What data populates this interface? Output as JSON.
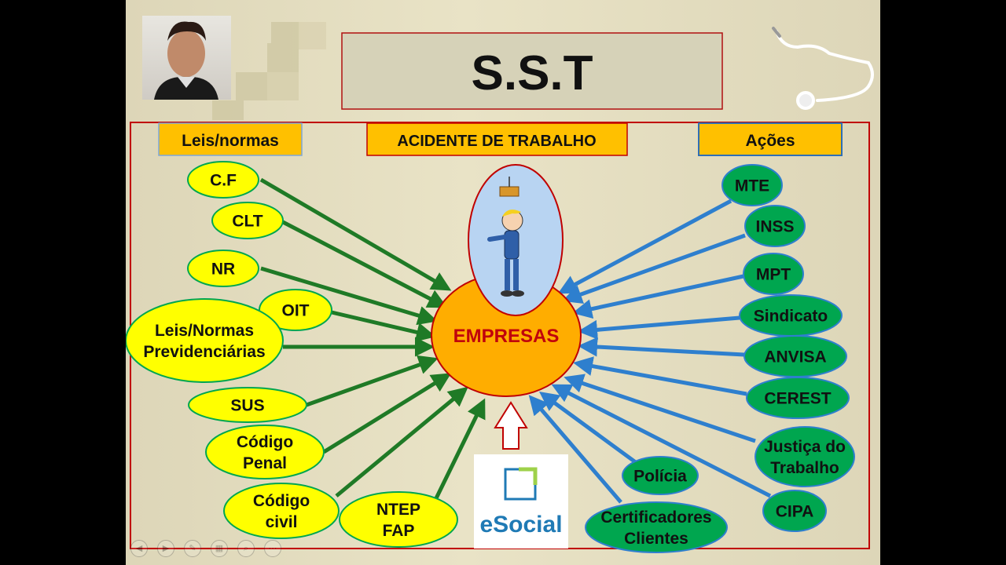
{
  "title": "S.S.T",
  "headers": {
    "leis": "Leis/normas",
    "acidente": "ACIDENTE DE TRABALHO",
    "acoes": "Ações"
  },
  "center": "EMPRESAS",
  "esocial": "eSocial",
  "leis": [
    {
      "id": "cf",
      "lines": [
        "C.F"
      ]
    },
    {
      "id": "clt",
      "lines": [
        "CLT"
      ]
    },
    {
      "id": "nr",
      "lines": [
        "NR"
      ]
    },
    {
      "id": "oit",
      "lines": [
        "OIT"
      ]
    },
    {
      "id": "prev",
      "lines": [
        "Leis/Normas",
        "Previdenciárias"
      ]
    },
    {
      "id": "sus",
      "lines": [
        "SUS"
      ]
    },
    {
      "id": "penal",
      "lines": [
        "Código",
        "Penal"
      ]
    },
    {
      "id": "civil",
      "lines": [
        "Código",
        "civil"
      ]
    },
    {
      "id": "ntep",
      "lines": [
        "NTEP",
        "FAP"
      ]
    }
  ],
  "acoes": [
    {
      "id": "mte",
      "lines": [
        "MTE"
      ]
    },
    {
      "id": "inss",
      "lines": [
        "INSS"
      ]
    },
    {
      "id": "mpt",
      "lines": [
        "MPT"
      ]
    },
    {
      "id": "sindicato",
      "lines": [
        "Sindicato"
      ]
    },
    {
      "id": "anvisa",
      "lines": [
        "ANVISA"
      ]
    },
    {
      "id": "cerest",
      "lines": [
        "CEREST"
      ]
    },
    {
      "id": "justica",
      "lines": [
        "Justiça do",
        "Trabalho"
      ]
    },
    {
      "id": "cipa",
      "lines": [
        "CIPA"
      ]
    },
    {
      "id": "policia",
      "lines": [
        "Polícia"
      ]
    },
    {
      "id": "cert",
      "lines": [
        "Certificadores",
        "Clientes"
      ]
    }
  ],
  "colors": {
    "leis_fill": "#ffff00",
    "acoes_fill": "#00a64f",
    "green_arrow": "#1f7a26",
    "blue_arrow": "#2e7fce",
    "center_fill": "#ffad00",
    "center_text": "#c0000c",
    "frame_red": "#c00000",
    "header_orange": "#ffc000"
  }
}
